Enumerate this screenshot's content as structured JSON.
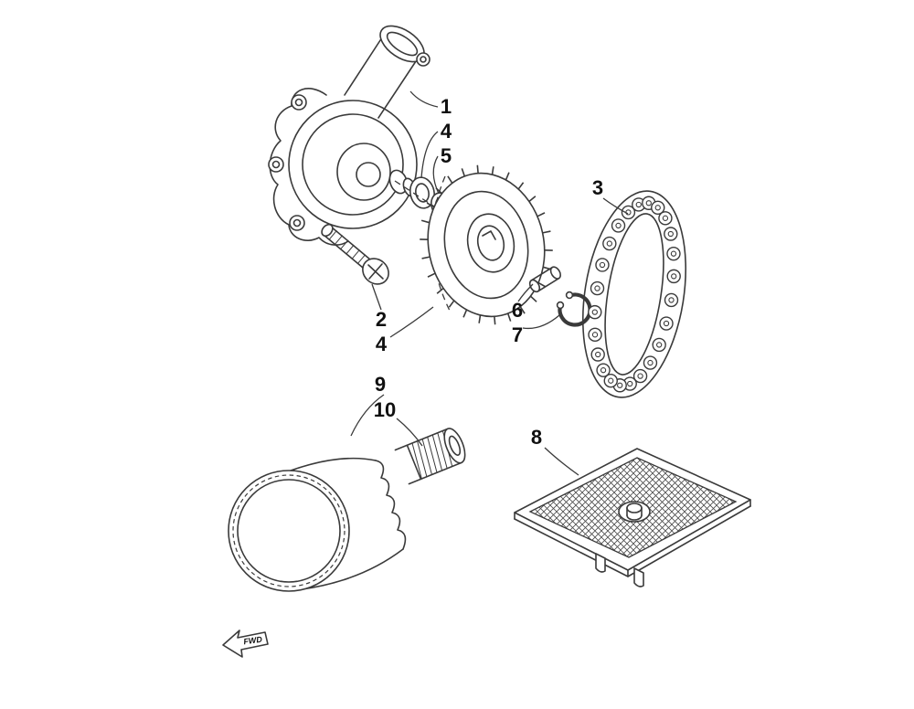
{
  "diagram": {
    "background": "#ffffff",
    "line_color": "#3a3a3a",
    "callout_text_color": "#101010"
  },
  "callouts": [
    {
      "label": "1"
    },
    {
      "label": "4"
    },
    {
      "label": "5"
    },
    {
      "label": "3"
    },
    {
      "label": "2"
    },
    {
      "label": "4"
    },
    {
      "label": "6"
    },
    {
      "label": "7"
    },
    {
      "label": "9"
    },
    {
      "label": "10"
    },
    {
      "label": "8"
    }
  ],
  "fwd_label": "FWD"
}
